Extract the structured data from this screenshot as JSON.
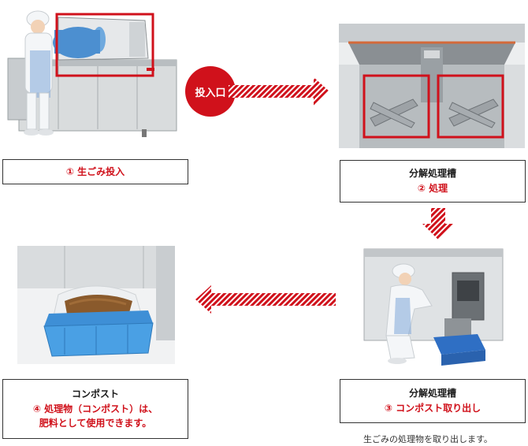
{
  "steps": {
    "step1": {
      "label": "① 生ごみ投入"
    },
    "step2": {
      "title": "分解処理槽",
      "label": "② 処理"
    },
    "step3": {
      "title": "分解処理槽",
      "label": "③ コンポスト取り出し",
      "caption": "生ごみの処理物を取り出します。"
    },
    "step4": {
      "title": "コンポスト",
      "label_line1": "④ 処理物（コンポスト）は、",
      "label_line2": "肥料として使用できます。"
    }
  },
  "badge": {
    "label": "投入口"
  },
  "colors": {
    "accent": "#d0111b",
    "hatch": "#d0111b",
    "box_border": "#333333"
  }
}
